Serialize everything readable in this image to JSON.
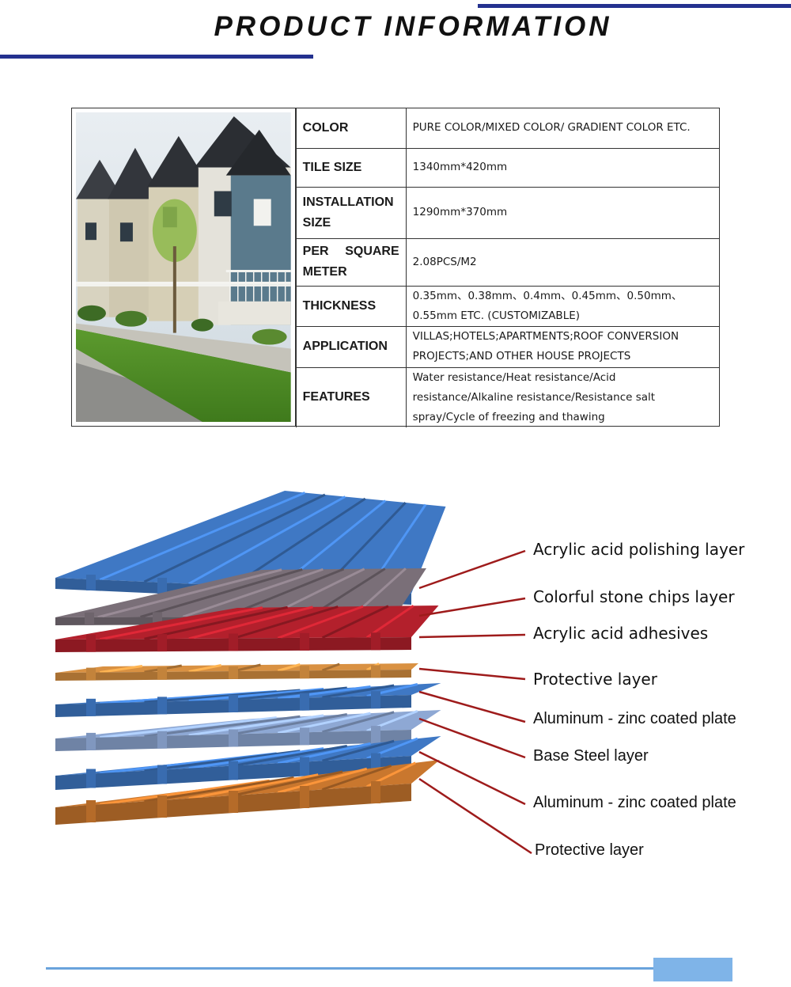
{
  "header": {
    "title": "PRODUCT INFORMATION"
  },
  "specs": [
    {
      "label": "COLOR",
      "value": "PURE COLOR/MIXED COLOR/ GRADIENT COLOR ETC."
    },
    {
      "label": "TILE SIZE",
      "value": "1340mm*420mm"
    },
    {
      "label": "INSTALLATION SIZE",
      "value": "1290mm*370mm"
    },
    {
      "label": "PER SQUARE METER",
      "value": "2.08PCS/M2"
    },
    {
      "label": "THICKNESS",
      "value": "0.35mm、0.38mm、0.4mm、0.45mm、0.50mm、0.55mm ETC. (CUSTOMIZABLE)"
    },
    {
      "label": "APPLICATION",
      "value": "VILLAS;HOTELS;APARTMENTS;ROOF CONVERSION PROJECTS;AND OTHER HOUSE PROJECTS"
    },
    {
      "label": "FEATURES",
      "value": "Water resistance/Heat resistance/Acid resistance/Alkaline resistance/Resistance salt spray/Cycle of freezing and thawing"
    }
  ],
  "layers": [
    {
      "label": "Acrylic acid polishing layer",
      "color": "#3f78c4"
    },
    {
      "label": "Colorful stone chips layer",
      "color": "#7a6f78"
    },
    {
      "label": "Acrylic acid adhesives",
      "color": "#b3202c"
    },
    {
      "label": "Protective layer",
      "color": "#d99142"
    },
    {
      "label": "Aluminum - zinc coated plate",
      "color": "#3f78c4"
    },
    {
      "label": "Base Steel layer",
      "color": "#8ea8d4"
    },
    {
      "label": "Aluminum - zinc coated plate",
      "color": "#3f78c4"
    },
    {
      "label": "Protective layer",
      "color": "#c9772e"
    }
  ],
  "colors": {
    "accent": "#24318f",
    "leader": "#9e1b1b",
    "footer": "#7fb4e8"
  }
}
